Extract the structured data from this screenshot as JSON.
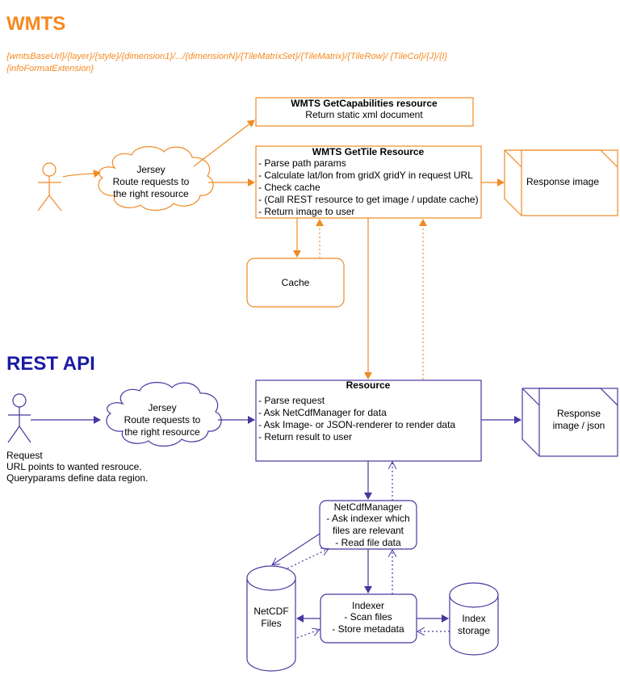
{
  "colors": {
    "wmts": "#f5891f",
    "rest": "#1a1aa6",
    "edge_wmts": "#f08a24",
    "edge_rest": "#4a36a0",
    "text": "#000000"
  },
  "wmts": {
    "title": "WMTS",
    "url_line1": "{wmtsBaseUrl}/{layer}/{style}/{dimension1}/.../{dimensionN}/{TileMatrixSet}/{TileMatrix}/{TileRow}/ {TileCol}/{J}/{I}",
    "url_line2": "{infoFormatExtension}",
    "jersey": [
      "Jersey",
      "Route requests to",
      "the right resource"
    ],
    "getcap": {
      "title": "WMTS GetCapabilities resource",
      "body": "Return static xml document"
    },
    "gettile": {
      "title": "WMTS GetTile Resource",
      "items": [
        "- Parse path params",
        "- Calculate lat/lon from gridX gridY in request URL",
        "- Check cache",
        "- (Call REST resource to get image / update cache)",
        "- Return image to user"
      ]
    },
    "response": "Response image",
    "cache": "Cache"
  },
  "rest": {
    "title": "REST API",
    "jersey": [
      "Jersey",
      "Route requests to",
      "the right resource"
    ],
    "request": [
      "Request",
      "URL points to wanted resrouce.",
      "Queryparams define data region."
    ],
    "resource": {
      "title": "Resource",
      "items": [
        "- Parse request",
        "- Ask NetCdfManager for data",
        "- Ask Image- or JSON-renderer to render data",
        "- Return result to user"
      ]
    },
    "response": [
      "Response",
      "image / json"
    ],
    "netcdf_manager": [
      "NetCdfManager",
      "- Ask indexer which",
      "files are relevant",
      "- Read file data"
    ],
    "netcdf_files": [
      "NetCDF",
      "Files"
    ],
    "indexer": [
      "Indexer",
      "- Scan files",
      "- Store metadata"
    ],
    "index_storage": [
      "Index",
      "storage"
    ]
  }
}
